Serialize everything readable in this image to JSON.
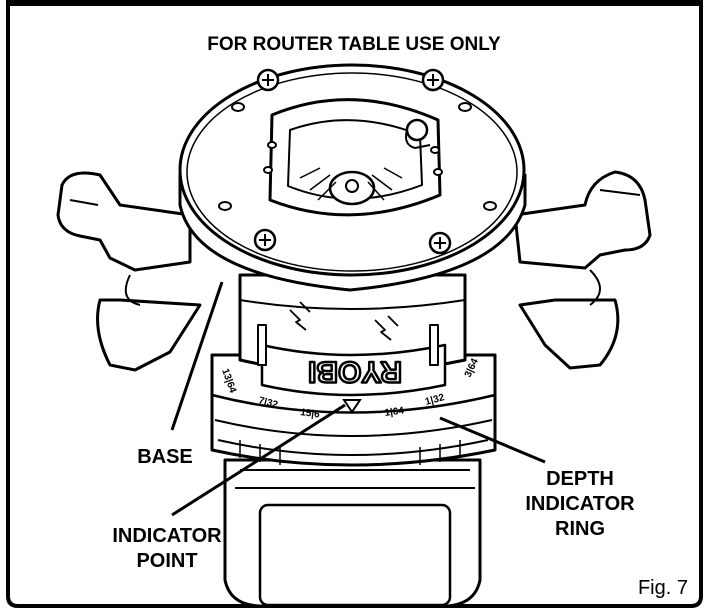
{
  "header": "FOR ROUTER TABLE USE ONLY",
  "labels": {
    "base": "BASE",
    "indicator_point": [
      "INDICATOR",
      "POINT"
    ],
    "depth_indicator_ring": [
      "DEPTH",
      "INDICATOR",
      "RING"
    ]
  },
  "brand": "RYOBI",
  "scale_marks": [
    "13|64",
    "7|32",
    "15|6",
    "1|64",
    "1|32",
    "3|64"
  ],
  "figure_number": "Fig. 7"
}
